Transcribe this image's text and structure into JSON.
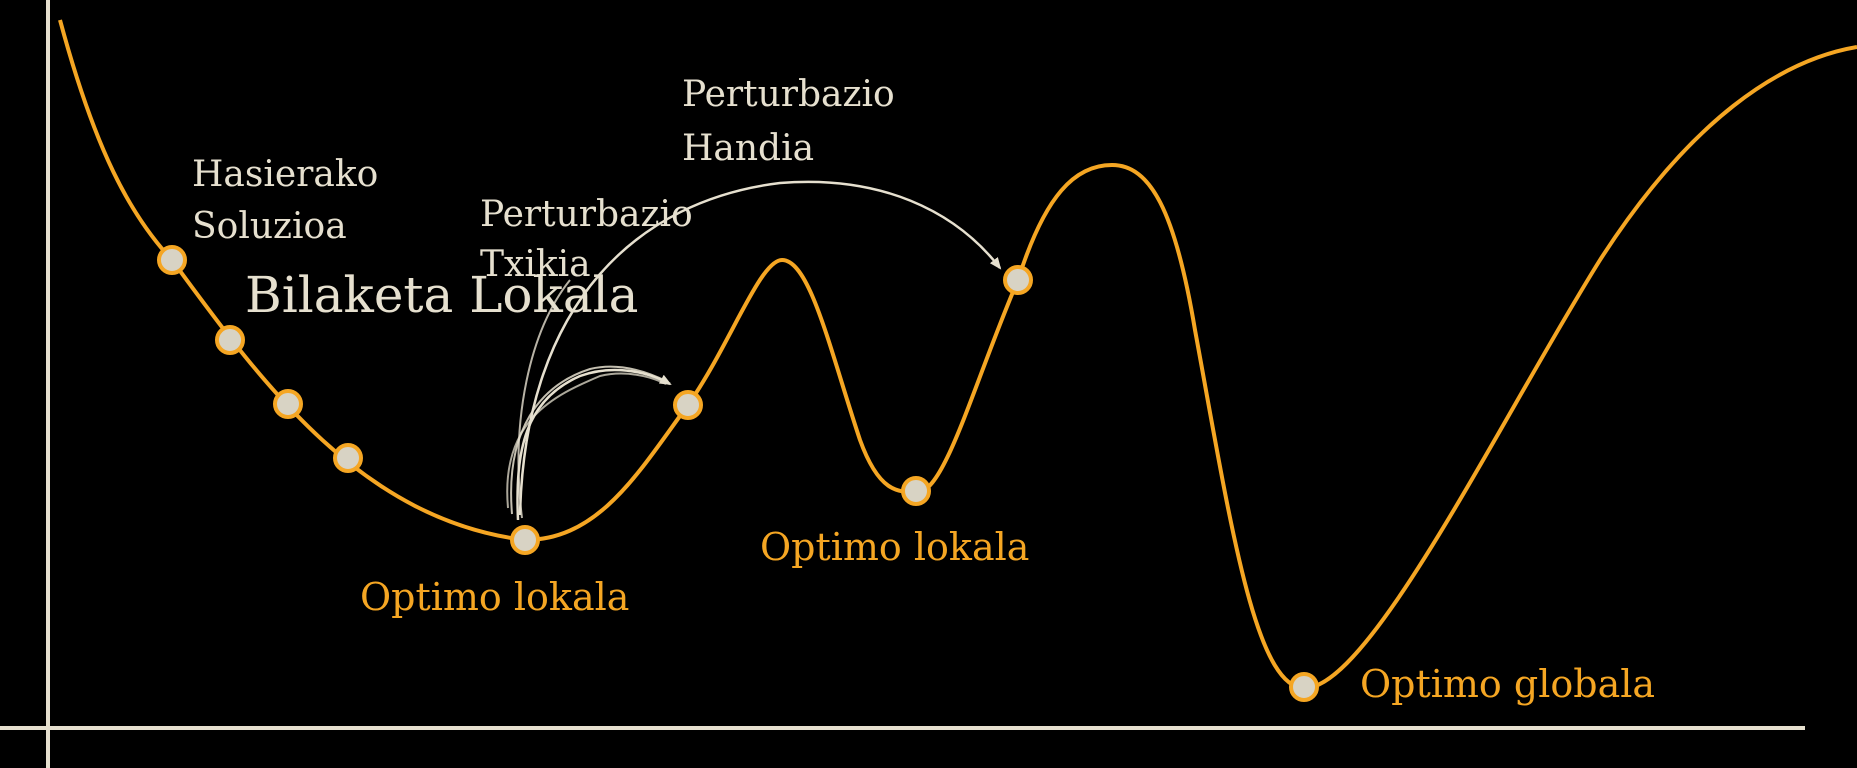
{
  "colors": {
    "background": "#000000",
    "axis": "#e6e0cf",
    "curve": "#f5a623",
    "point_fill": "#d8d3c4",
    "label_light": "#e6e0cf",
    "label_accent": "#f5a623"
  },
  "labels": {
    "initial_solution_line1": "Hasierako",
    "initial_solution_line2": "Soluzioa",
    "local_search": "Bilaketa Lokala",
    "small_perturbation_line1": "Perturbazio",
    "small_perturbation_line2": "Txikia",
    "large_perturbation_line1": "Perturbazio",
    "large_perturbation_line2": "Handia",
    "local_optimum_1": "Optimo lokala",
    "local_optimum_2": "Optimo lokala",
    "global_optimum": "Optimo globala"
  }
}
